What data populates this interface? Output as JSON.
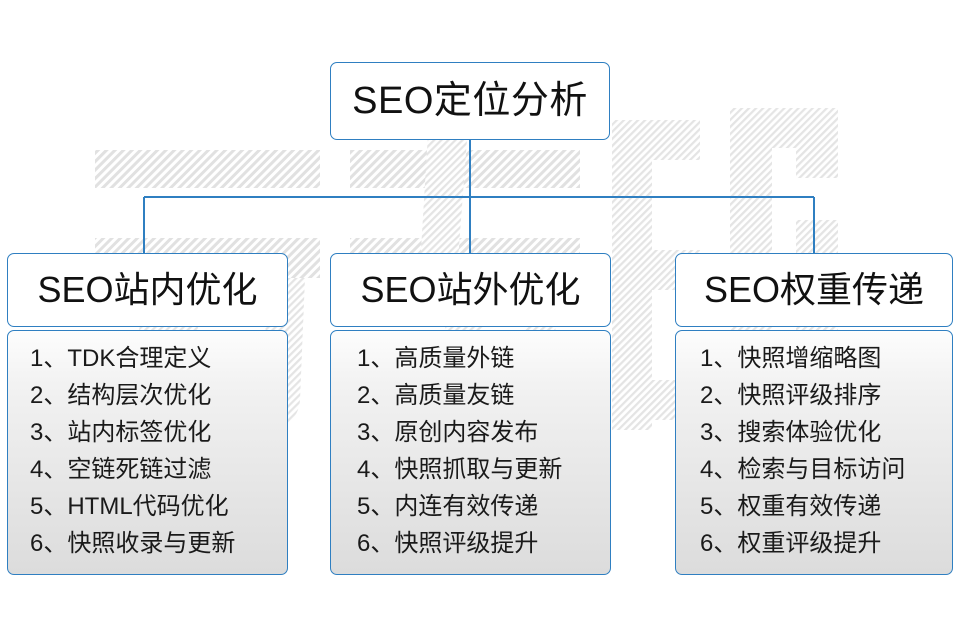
{
  "diagram": {
    "title": "SEO定位分析",
    "root": {
      "label": "SEO定位分析"
    },
    "columns": [
      {
        "id": "seo-onsite",
        "header": "SEO站内优化",
        "items": [
          "1、TDK合理定义",
          "2、结构层次优化",
          "3、站内标签优化",
          "4、空链死链过滤",
          "5、HTML代码优化",
          "6、快照收录与更新"
        ]
      },
      {
        "id": "seo-offsite",
        "header": "SEO站外优化",
        "items": [
          "1、高质量外链",
          "2、高质量友链",
          "3、原创内容发布",
          "4、快照抓取与更新",
          "5、内连有效传递",
          "6、快照评级提升"
        ]
      },
      {
        "id": "seo-weight",
        "header": "SEO权重传递",
        "items": [
          "1、快照增缩略图",
          "2、快照评级排序",
          "3、搜索体验优化",
          "4、检索与目标访问",
          "5、权重有效传递",
          "6、权重评级提升"
        ]
      }
    ],
    "watermark": {
      "text": "云无限",
      "opacity": "0.06"
    },
    "colors": {
      "border": "#2f7fc1",
      "connector": "#2f7fc1",
      "header_bg": "#ffffff",
      "body_bg_top": "#fdfdfd",
      "body_bg_bottom": "#dcdcdc",
      "text": "#111111",
      "page_bg": "#ffffff"
    }
  }
}
